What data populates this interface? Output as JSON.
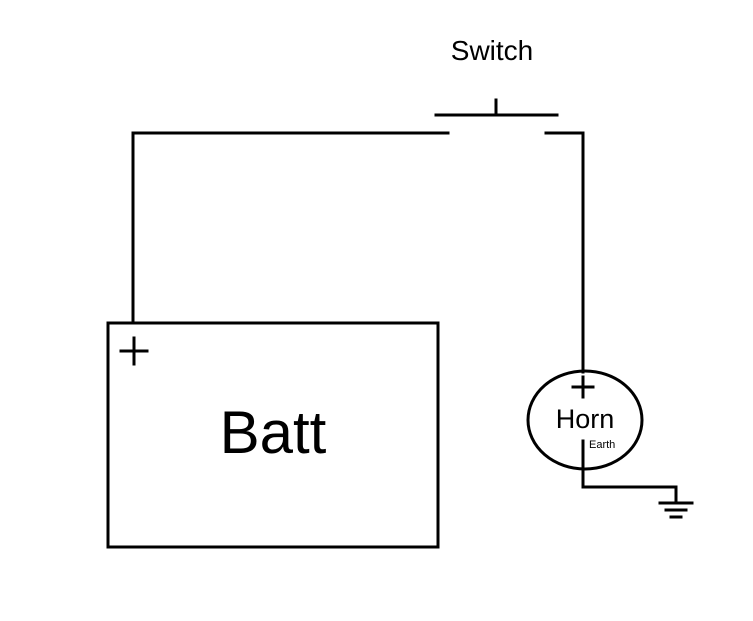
{
  "diagram": {
    "switch_label": "Switch",
    "battery_label": "Batt",
    "battery_positive": "+",
    "horn_label": "Horn",
    "horn_positive": "+",
    "horn_earth_label": "Earth"
  },
  "colors": {
    "line": "#000000",
    "background": "#ffffff"
  }
}
